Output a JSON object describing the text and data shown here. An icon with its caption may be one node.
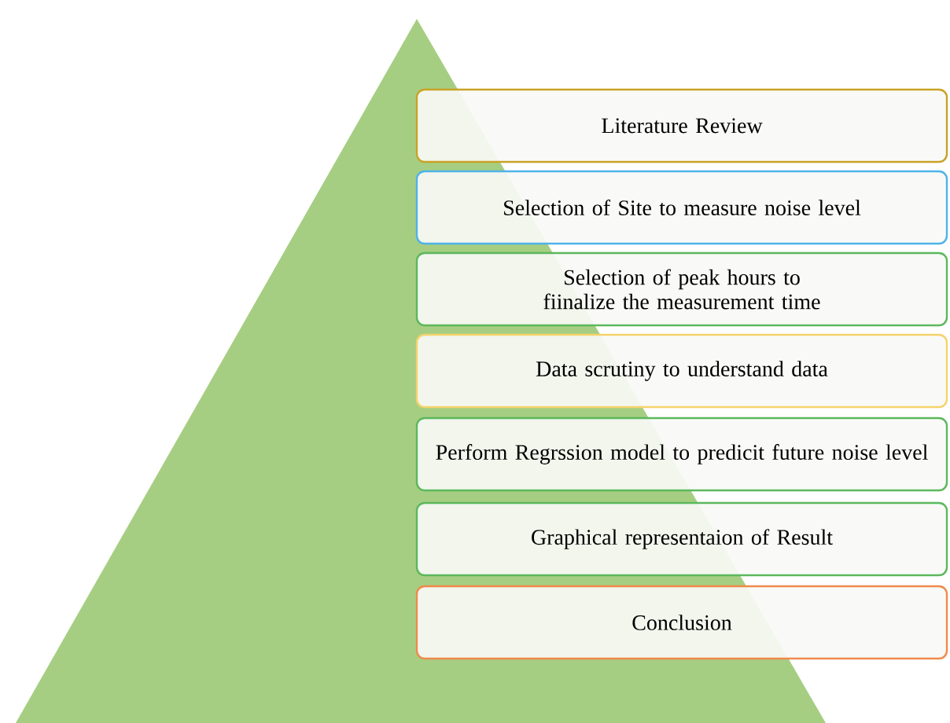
{
  "diagram": {
    "nodes": [
      {
        "text": [
          "Literature Review"
        ]
      },
      {
        "text": [
          "Selection of Site to measure noise level"
        ]
      },
      {
        "text": [
          "Selection of peak hours to fiinalize the measurement time"
        ]
      },
      {
        "text": [
          "Data scrutiny to understand data"
        ]
      },
      {
        "text": [
          "Perform Regrssion model to predicit future noise level"
        ]
      },
      {
        "text": [
          "Graphical representaion of Result"
        ]
      },
      {
        "text": [
          "Conclusion"
        ]
      }
    ]
  }
}
